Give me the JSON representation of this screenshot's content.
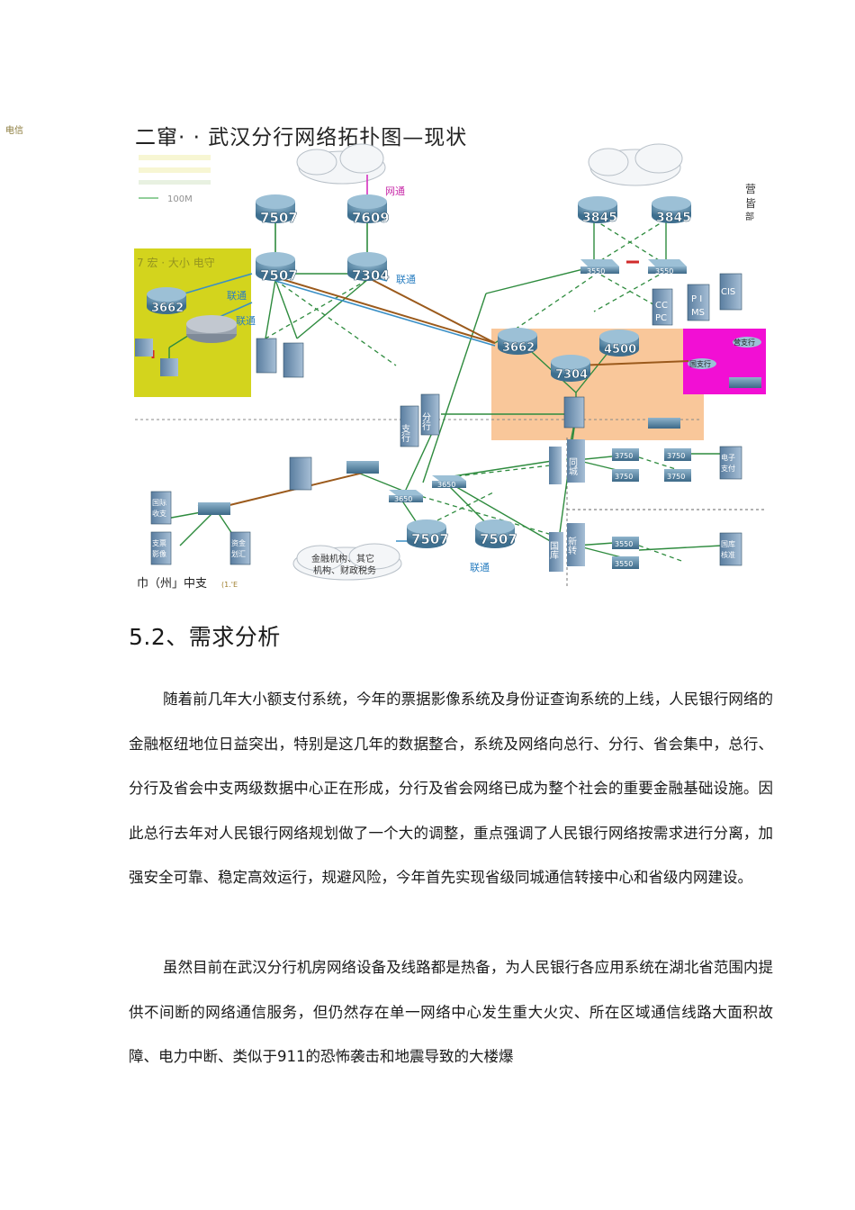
{
  "corner_note": "电信",
  "figure": {
    "title": "二窜· · 武汉分行网络拓扑图—现状",
    "legend_100m": "100M",
    "side_label_right": "营\n皆\n部",
    "bottom_caption": "巾（州」中支",
    "bottom_caption_small": "(1.'E",
    "labels": {
      "r_7507_top": "7507",
      "r_7609_top": "7609",
      "r_7507_mid": "7507",
      "r_7304_mid": "7304",
      "r_3845_left": "3845",
      "r_3845_right": "3845",
      "sw_3550_left": "3550",
      "sw_3550_right": "3550",
      "r_3662_left": "3662",
      "r_3662_center": "3662",
      "r_4500": "4500",
      "r_7304_right": "7304",
      "r_7507_bl": "7507",
      "r_7507_br": "7507",
      "sw_3650_a": "3650",
      "sw_3650_b": "3650",
      "sw_3750_1": "3750",
      "sw_3750_2": "3750",
      "sw_3750_3": "3750",
      "sw_3750_4": "3750",
      "sw_3550_b1": "3550",
      "sw_3550_b2": "3550",
      "link_wangtong": "网通",
      "link_liantong_1": "联通",
      "link_liantong_2": "联通",
      "link_liantong_3": "联通",
      "link_liantong_4": "联通",
      "srv_cc_pc": "CC\nPC",
      "srv_pims": "P I\nMS",
      "srv_cis": "CIS",
      "srv_guoku_shouzhi": "国际\n收支",
      "srv_zhipiao": "支票\n影像",
      "srv_zijin": "资金\n划汇",
      "srv_dianzi": "电子\n支付",
      "srv_guoku_hezhun": "国库\n核准",
      "box_tongcheng": "同城",
      "box_guoku": "国库",
      "box_xinzhuan": "新转",
      "box_zhihang": "支行",
      "box_fenhang": "分行",
      "pink_a": "营支行",
      "pink_b": "国支行",
      "cloud_bottom": "金融机构、其它\n机构、财政税务",
      "top_left_label": "7 宏 · 大小 电守"
    }
  },
  "section": {
    "heading": "5.2、需求分析",
    "paragraph1": "随着前几年大小额支付系统，今年的票据影像系统及身份证查询系统的上线，人民银行网络的金融枢纽地位日益突出，特别是这几年的数据整合，系统及网络向总行、分行、省会集中，总行、分行及省会中支两级数据中心正在形成，分行及省会网络已成为整个社会的重要金融基础设施。因此总行去年对人民银行网络规划做了一个大的调整，重点强调了人民银行网络按需求进行分离，加强安全可靠、稳定高效运行，规避风险，今年首先实现省级同城通信转接中心和省级内网建设。",
    "paragraph2": "虽然目前在武汉分行机房网络设备及线路都是热备，为人民银行各应用系统在湖北省范围内提供不间断的网络通信服务，但仍然存在单一网络中心发生重大火灾、所在区域通信线路大面积故障、电力中断、类似于911的恐怖袭击和地震导致的大楼爆"
  }
}
